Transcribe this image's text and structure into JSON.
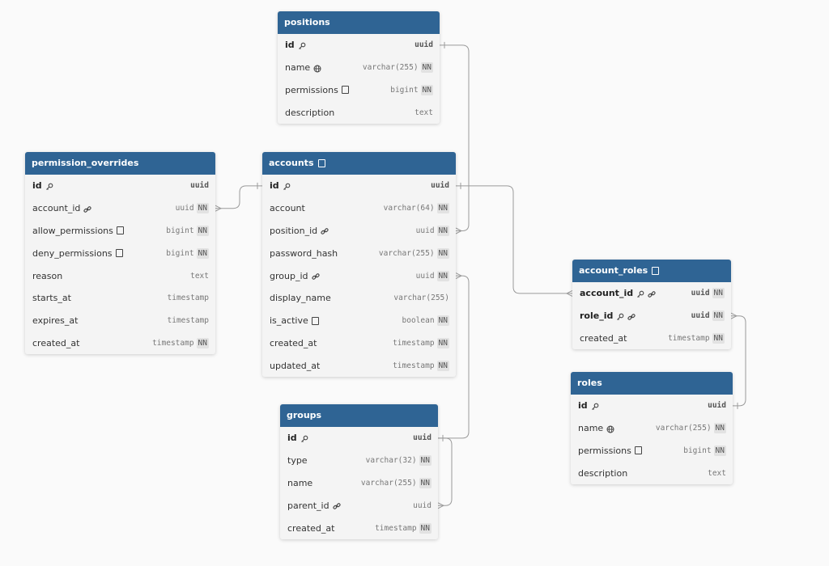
{
  "tables": {
    "positions": {
      "name": "positions",
      "columns": [
        {
          "name": "id",
          "type": "uuid",
          "nn": "",
          "pk": true
        },
        {
          "name": "name",
          "type": "varchar(255)",
          "nn": "NN"
        },
        {
          "name": "permissions",
          "type": "bigint",
          "nn": "NN"
        },
        {
          "name": "description",
          "type": "text",
          "nn": ""
        }
      ]
    },
    "permission_overrides": {
      "name": "permission_overrides",
      "columns": [
        {
          "name": "id",
          "type": "uuid",
          "nn": "",
          "pk": true
        },
        {
          "name": "account_id",
          "type": "uuid",
          "nn": "NN"
        },
        {
          "name": "allow_permissions",
          "type": "bigint",
          "nn": "NN"
        },
        {
          "name": "deny_permissions",
          "type": "bigint",
          "nn": "NN"
        },
        {
          "name": "reason",
          "type": "text",
          "nn": ""
        },
        {
          "name": "starts_at",
          "type": "timestamp",
          "nn": ""
        },
        {
          "name": "expires_at",
          "type": "timestamp",
          "nn": ""
        },
        {
          "name": "created_at",
          "type": "timestamp",
          "nn": "NN"
        }
      ]
    },
    "accounts": {
      "name": "accounts",
      "columns": [
        {
          "name": "id",
          "type": "uuid",
          "nn": "",
          "pk": true
        },
        {
          "name": "account",
          "type": "varchar(64)",
          "nn": "NN"
        },
        {
          "name": "position_id",
          "type": "uuid",
          "nn": "NN"
        },
        {
          "name": "password_hash",
          "type": "varchar(255)",
          "nn": "NN"
        },
        {
          "name": "group_id",
          "type": "uuid",
          "nn": "NN"
        },
        {
          "name": "display_name",
          "type": "varchar(255)",
          "nn": ""
        },
        {
          "name": "is_active",
          "type": "boolean",
          "nn": "NN"
        },
        {
          "name": "created_at",
          "type": "timestamp",
          "nn": "NN"
        },
        {
          "name": "updated_at",
          "type": "timestamp",
          "nn": "NN"
        }
      ]
    },
    "account_roles": {
      "name": "account_roles",
      "columns": [
        {
          "name": "account_id",
          "type": "uuid",
          "nn": "NN",
          "pk": true
        },
        {
          "name": "role_id",
          "type": "uuid",
          "nn": "NN",
          "pk": true
        },
        {
          "name": "created_at",
          "type": "timestamp",
          "nn": "NN"
        }
      ]
    },
    "groups": {
      "name": "groups",
      "columns": [
        {
          "name": "id",
          "type": "uuid",
          "nn": "",
          "pk": true
        },
        {
          "name": "type",
          "type": "varchar(32)",
          "nn": "NN"
        },
        {
          "name": "name",
          "type": "varchar(255)",
          "nn": "NN"
        },
        {
          "name": "parent_id",
          "type": "uuid",
          "nn": ""
        },
        {
          "name": "created_at",
          "type": "timestamp",
          "nn": "NN"
        }
      ]
    },
    "roles": {
      "name": "roles",
      "columns": [
        {
          "name": "id",
          "type": "uuid",
          "nn": "",
          "pk": true
        },
        {
          "name": "name",
          "type": "varchar(255)",
          "nn": "NN"
        },
        {
          "name": "permissions",
          "type": "bigint",
          "nn": "NN"
        },
        {
          "name": "description",
          "type": "text",
          "nn": ""
        }
      ]
    }
  },
  "colors": {
    "header": "#2f6494",
    "body": "#f4f4f4",
    "link": "#9a9a9a"
  }
}
